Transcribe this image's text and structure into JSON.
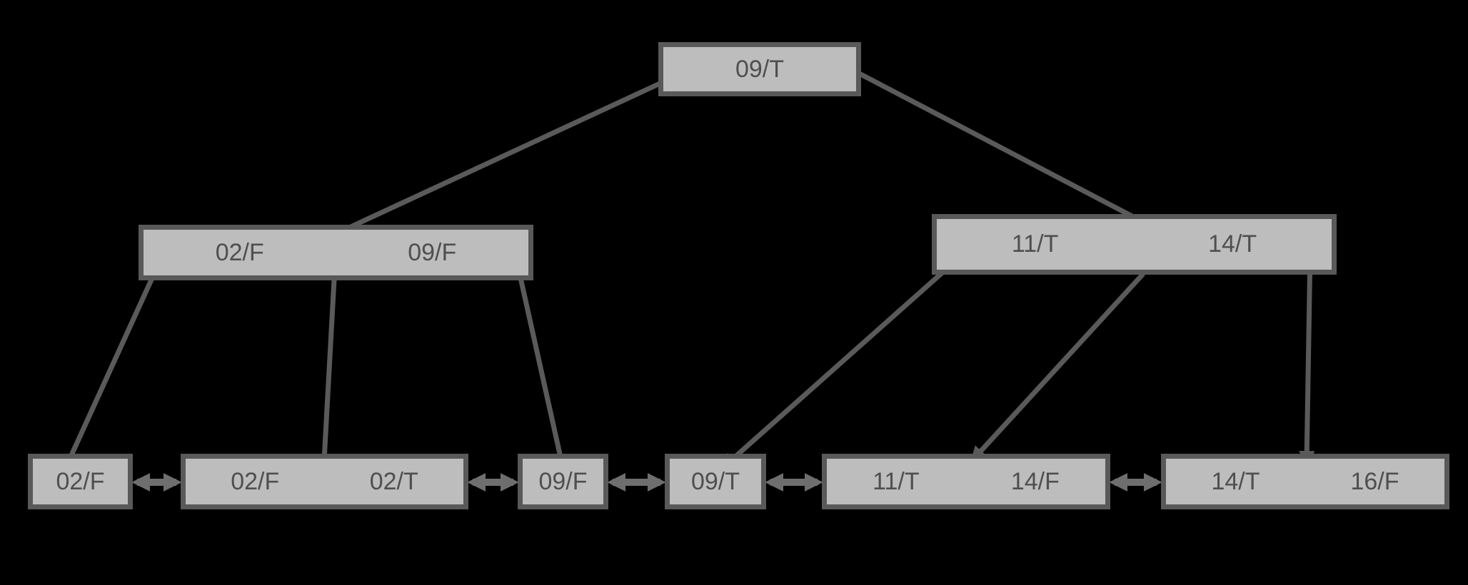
{
  "diagram": {
    "type": "b-plus-tree",
    "levels": 3,
    "leaf_links_bidirectional": true
  },
  "colors": {
    "background": "#000000",
    "node_fill": "#bdbdbd",
    "node_border": "#595959",
    "node_text": "#4f4f4f",
    "edge": "#5a5a5a",
    "leaf_arrow": "#6e6e6e"
  },
  "nodes": {
    "root": {
      "keys": [
        "09/T"
      ]
    },
    "internal_left": {
      "keys": [
        "02/F",
        "09/F"
      ]
    },
    "internal_right": {
      "keys": [
        "11/T",
        "14/T"
      ]
    },
    "leaf_1": {
      "keys": [
        "02/F"
      ]
    },
    "leaf_2": {
      "keys": [
        "02/F",
        "02/T"
      ]
    },
    "leaf_3": {
      "keys": [
        "09/F"
      ]
    },
    "leaf_4": {
      "keys": [
        "09/T"
      ]
    },
    "leaf_5": {
      "keys": [
        "11/T",
        "14/F"
      ]
    },
    "leaf_6": {
      "keys": [
        "14/T",
        "16/F"
      ]
    }
  }
}
